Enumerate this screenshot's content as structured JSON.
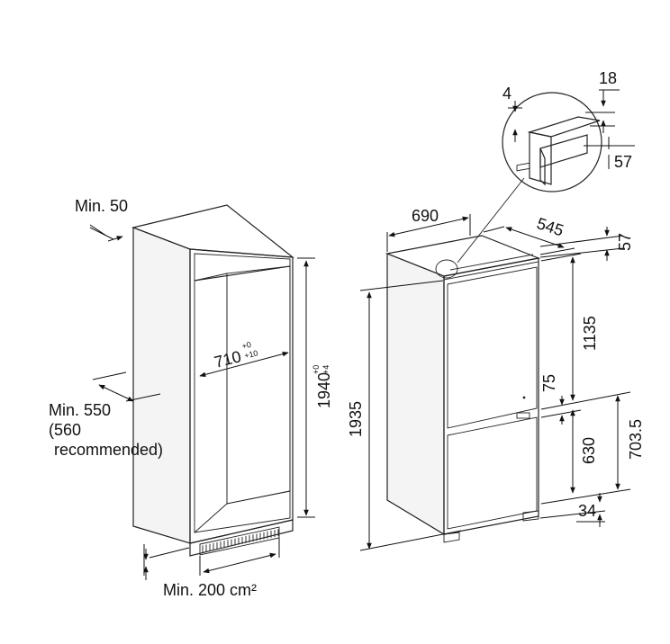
{
  "niche": {
    "min_50": "Min. 50",
    "min_550": "Min. 550",
    "recommended_line1": "(560",
    "recommended_line2": "recommended)",
    "width_710": "710",
    "width_710_tol_top": "+0",
    "width_710_tol_bottom": "+10",
    "height_1940": "1940",
    "height_1940_tol_top": "+0",
    "height_1940_tol_bottom": "+4",
    "vent_area": "Min. 200 cm²"
  },
  "appliance": {
    "width_690": "690",
    "depth_545": "545",
    "top_57": "57",
    "upper_1135": "1135",
    "gap_75": "75",
    "lower_630": "630",
    "lower_7035": "703.5",
    "height_1935": "1935",
    "foot_34": "34"
  },
  "detail": {
    "dim_4": "4",
    "dim_18": "18",
    "dim_57": "57"
  }
}
